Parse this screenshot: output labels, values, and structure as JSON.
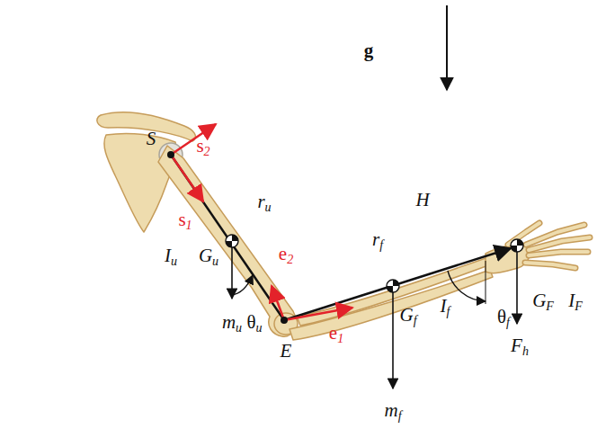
{
  "diagram": {
    "labels": [
      "g",
      "S",
      "s2",
      "s1",
      "H",
      "ru",
      "rf",
      "Iu",
      "Gu",
      "e2",
      "e1",
      "Gf",
      "If",
      "GF",
      "IF",
      "θu",
      "θf",
      "E",
      "mu",
      "Fh",
      "mf"
    ]
  }
}
